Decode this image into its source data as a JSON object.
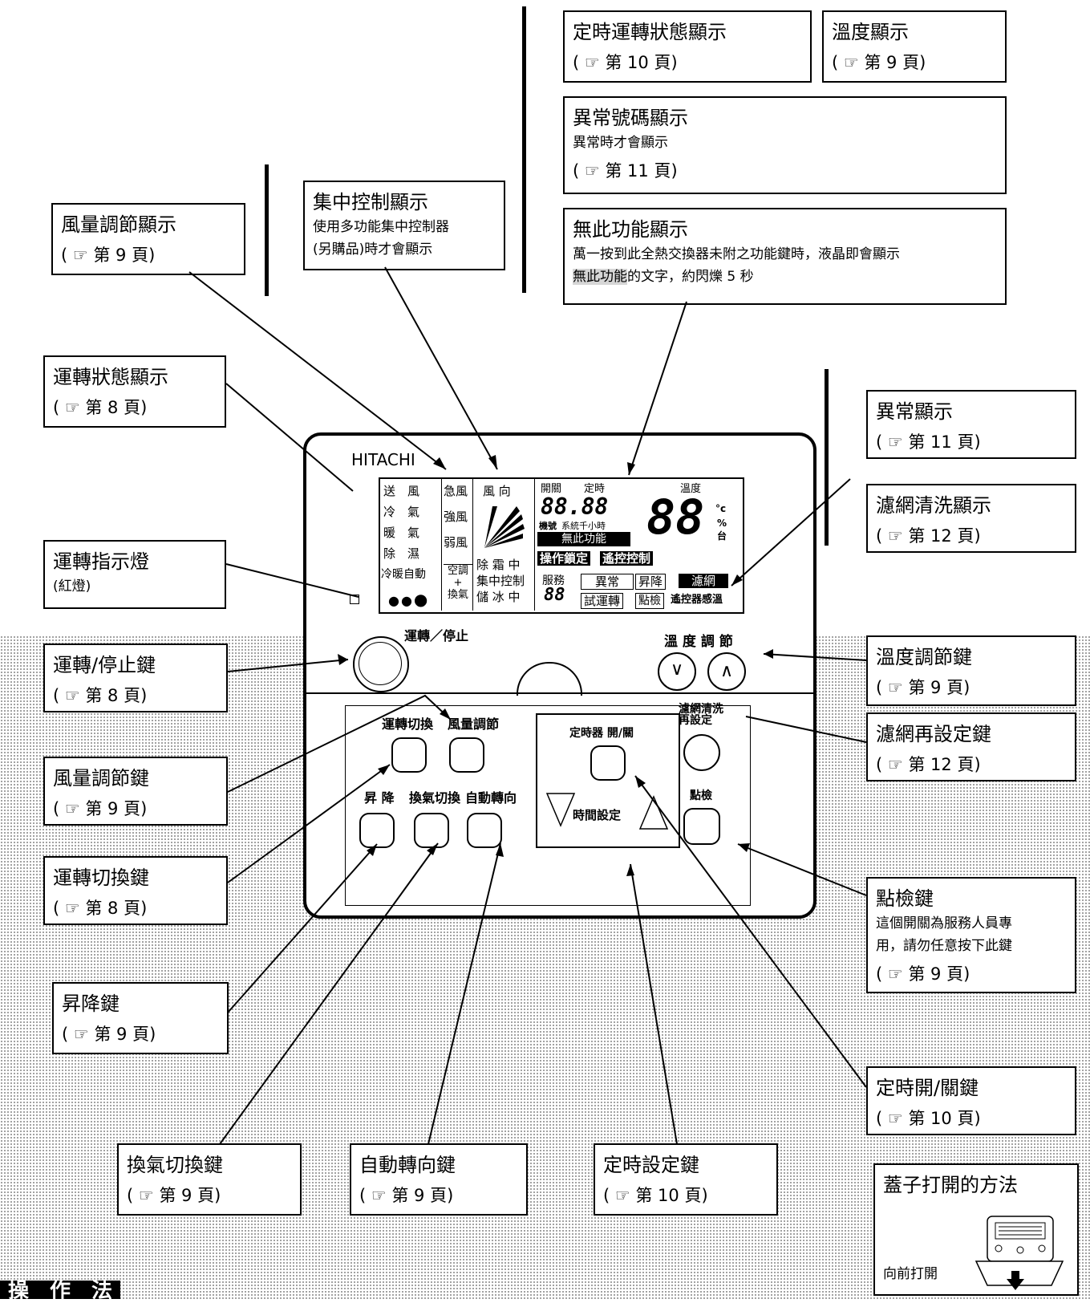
{
  "page_ref": "( ☞ 第 {n} 頁)",
  "callouts": {
    "timer_status": {
      "title": "定時運轉狀態顯示",
      "ref": "( ☞ 第 10 頁)"
    },
    "temp_display": {
      "title": "溫度顯示",
      "ref": "( ☞ 第 9 頁)"
    },
    "error_code": {
      "title": "異常號碼顯示",
      "desc": "異常時才會顯示",
      "ref": "( ☞ 第 11 頁)"
    },
    "no_function": {
      "title": "無此功能顯示",
      "desc1": "萬一按到此全熱交換器未附之功能鍵時，液晶即會顯示",
      "desc2_hl": "無此功能",
      "desc2_rest": "的文字，約閃爍 5 秒"
    },
    "central_ctrl": {
      "title": "集中控制顯示",
      "desc1": "使用多功能集中控制器",
      "desc2": "(另購品)時才會顯示"
    },
    "fan_display": {
      "title": "風量調節顯示",
      "ref": "( ☞ 第 9 頁)"
    },
    "op_status": {
      "title": "運轉狀態顯示",
      "ref": "( ☞ 第 8 頁)"
    },
    "run_lamp": {
      "title": "運轉指示燈",
      "desc": "(紅燈)"
    },
    "error_display": {
      "title": "異常顯示",
      "ref": "( ☞ 第 11 頁)"
    },
    "filter_display": {
      "title": "濾網清洗顯示",
      "ref": "( ☞ 第 12 頁)"
    },
    "run_stop_key": {
      "title": "運轉/停止鍵",
      "ref": "( ☞ 第 8 頁)"
    },
    "temp_key": {
      "title": "溫度調節鍵",
      "ref": "( ☞ 第 9 頁)"
    },
    "fan_key": {
      "title": "風量調節鍵",
      "ref": "( ☞ 第 9 頁)"
    },
    "filter_reset_key": {
      "title": "濾網再設定鍵",
      "ref": "( ☞ 第 12 頁)"
    },
    "mode_key": {
      "title": "運轉切換鍵",
      "ref": "( ☞ 第 8 頁)"
    },
    "check_key": {
      "title": "點檢鍵",
      "desc1": "這個開關為服務人員專",
      "desc2": "用，請勿任意按下此鍵",
      "ref": "( ☞ 第 9 頁)"
    },
    "lift_key": {
      "title": "昇降鍵",
      "ref": "( ☞ 第 9 頁)"
    },
    "timer_onoff_key": {
      "title": "定時開/關鍵",
      "ref": "( ☞ 第 10 頁)"
    },
    "vent_key": {
      "title": "換氣切換鍵",
      "ref": "( ☞ 第 9 頁)"
    },
    "swing_key": {
      "title": "自動轉向鍵",
      "ref": "( ☞ 第 9 頁)"
    },
    "timer_set_key": {
      "title": "定時設定鍵",
      "ref": "( ☞ 第 10 頁)"
    },
    "cover_open": {
      "title": "蓋子打開的方法",
      "desc": "向前打開"
    }
  },
  "panel": {
    "brand": "HITACHI",
    "lcd": {
      "modes": [
        "送　風",
        "冷　氣",
        "暖　氣",
        "除　濕",
        "冷暖自動"
      ],
      "fan": [
        "急風",
        "強風",
        "弱風"
      ],
      "aircon_vent": "空調\n+\n換氣",
      "direction": "風 向",
      "defrost": "除 霜 中",
      "central": "集中控制",
      "ice": "儲 冰 中",
      "onoff": "開關",
      "timer": "定時",
      "temp": "溫度",
      "clock_digits": "88.88",
      "unit_no": "機號",
      "sys_hours": "系統千小時",
      "temp_digits": "88",
      "celsius": "°c",
      "percent": "%",
      "tai": "台",
      "no_func": "無此功能",
      "op_lock": "操作鎖定",
      "remote_ctrl": "遙控控制",
      "service": "服務",
      "service_digits": "88",
      "error": "異常",
      "lift": "昇降",
      "filter": "濾網",
      "trial": "試運轉",
      "check": "點檢",
      "remote_sensor": "遙控器感溫"
    },
    "run_stop": "運轉／停止",
    "temp_adjust": "溫 度 調 節",
    "mode_switch": "運轉切換",
    "fan_adjust": "風量調節",
    "timer_onoff": "定時器 開/關",
    "filter_reset": "濾網清洗\n再設定",
    "lift": "昇 降",
    "vent_switch": "換氣切換",
    "auto_swing": "自動轉向",
    "time_set": "時間設定",
    "check": "點檢"
  },
  "footer": "操　作　法"
}
